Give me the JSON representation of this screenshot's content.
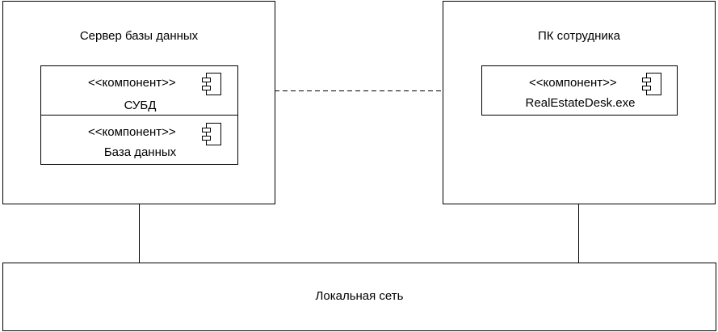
{
  "server_node": {
    "title": "Сервер базы данных",
    "components": [
      {
        "stereotype": "<<компонент>>",
        "name": "СУБД"
      },
      {
        "stereotype": "<<компонент>>",
        "name": "База данных"
      }
    ]
  },
  "pc_node": {
    "title": "ПК сотрудника",
    "components": [
      {
        "stereotype": "<<компонент>>",
        "name": "RealEstateDesk.exe"
      }
    ]
  },
  "network_node": {
    "title": "Локальная сеть"
  },
  "icons": {
    "component": "uml-component-icon"
  }
}
